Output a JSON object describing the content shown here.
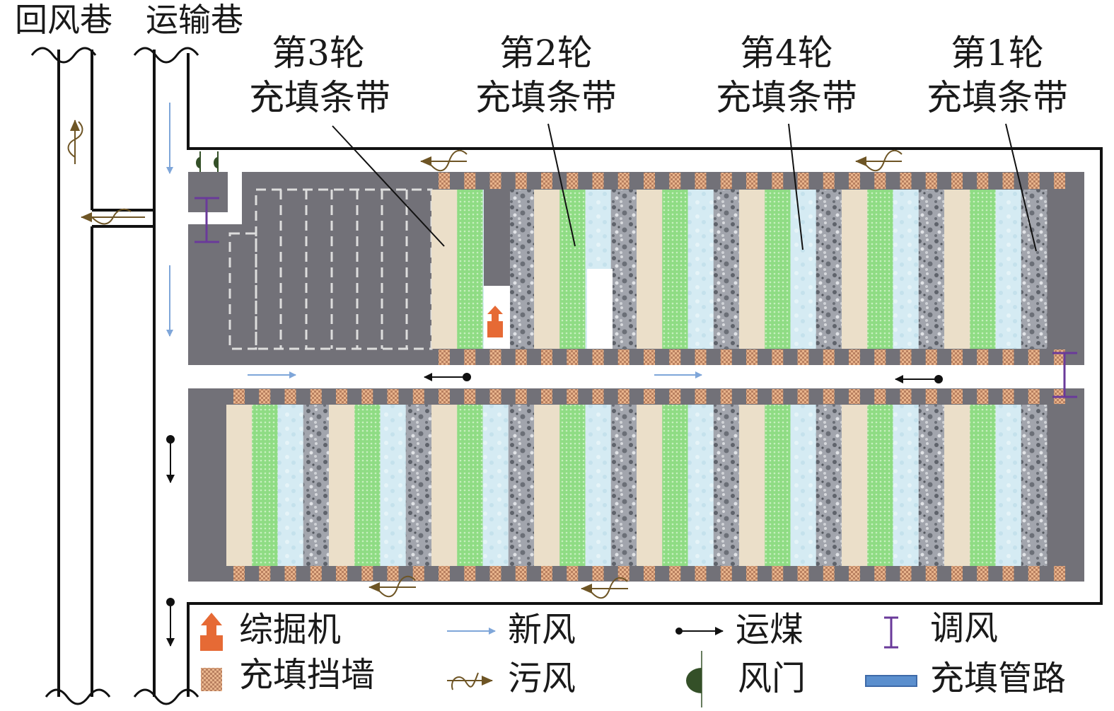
{
  "roadways": {
    "return_air": "回风巷",
    "transport": "运输巷"
  },
  "strip_labels": [
    {
      "round": "第3轮",
      "name": "充填条带"
    },
    {
      "round": "第2轮",
      "name": "充填条带"
    },
    {
      "round": "第4轮",
      "name": "充填条带"
    },
    {
      "round": "第1轮",
      "name": "充填条带"
    }
  ],
  "legend": {
    "roadheader": "综掘机",
    "fresh_air": "新风",
    "coal_transport": "运煤",
    "air_regulation": "调风",
    "backfill_wall": "充填挡墙",
    "foul_air": "污风",
    "air_door": "风门",
    "backfill_pipeline": "充填管路"
  },
  "colors": {
    "roadway_gray": "#727178",
    "roadheader": "#e66a35",
    "fresh_air": "#7fa6d9",
    "foul_air": "#6e5525",
    "regulator": "#6a3a9a",
    "door": "#345028",
    "pipeline": "#5b8fce",
    "beige": "#ebdfc9",
    "green": "#8fdc84",
    "lightblue": "#d5ebf3"
  }
}
